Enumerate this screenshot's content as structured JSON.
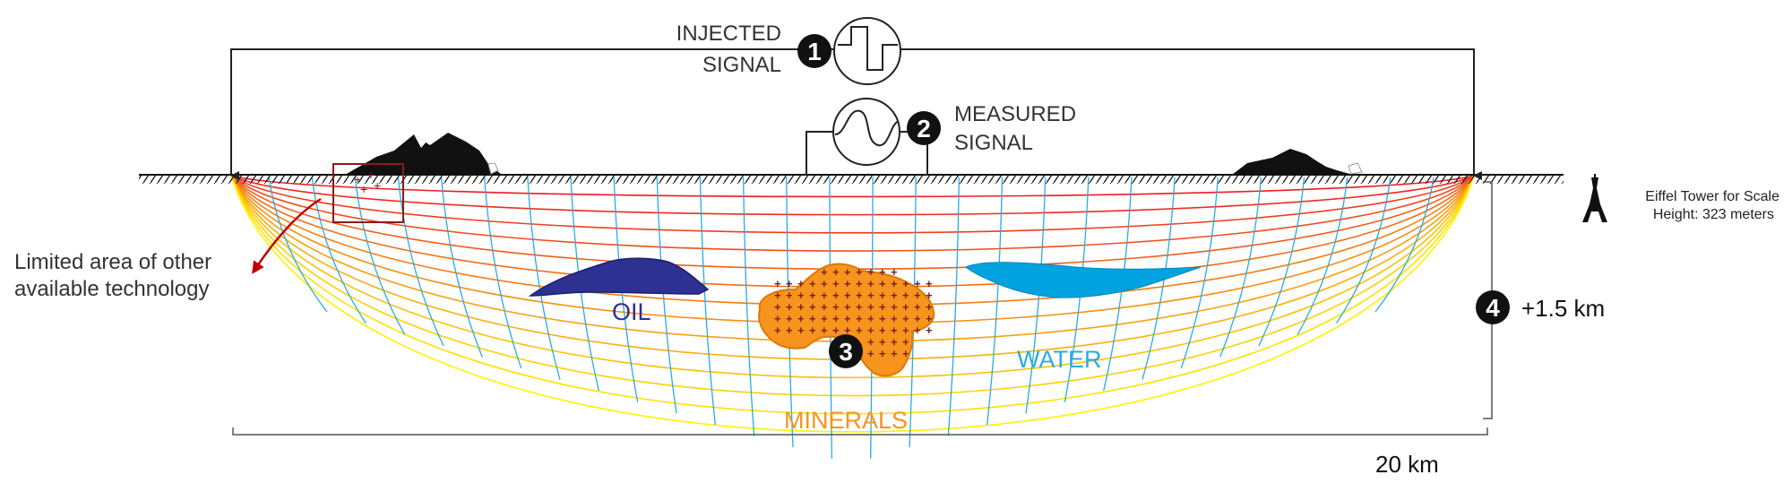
{
  "labels": {
    "injected_line1": "INJECTED",
    "injected_line2": "SIGNAL",
    "measured_line1": "MEASURED",
    "measured_line2": "SIGNAL",
    "limited_line1": "Limited area of other",
    "limited_line2": "available technology",
    "scale_line1": "Eiffel Tower for Scale",
    "scale_line2": "Height: 323 meters",
    "depth": "+1.5 km",
    "width": "20 km",
    "oil": "OIL",
    "water": "WATER",
    "minerals": "MINERALS"
  },
  "markers": [
    "1",
    "2",
    "3",
    "4"
  ],
  "icons": [
    "injected-signal-icon",
    "measured-signal-icon",
    "mountain-icon",
    "eiffel-tower-icon"
  ],
  "colors": {
    "oil": "#2e3192",
    "water": "#00a3e0",
    "minerals": "#f7941d",
    "limited_box": "#8b1a1a",
    "arrow": "#c00000",
    "equipotential_blue": "#29abe2",
    "current_red": "#ed1c24",
    "current_yellow": "#fff200"
  }
}
